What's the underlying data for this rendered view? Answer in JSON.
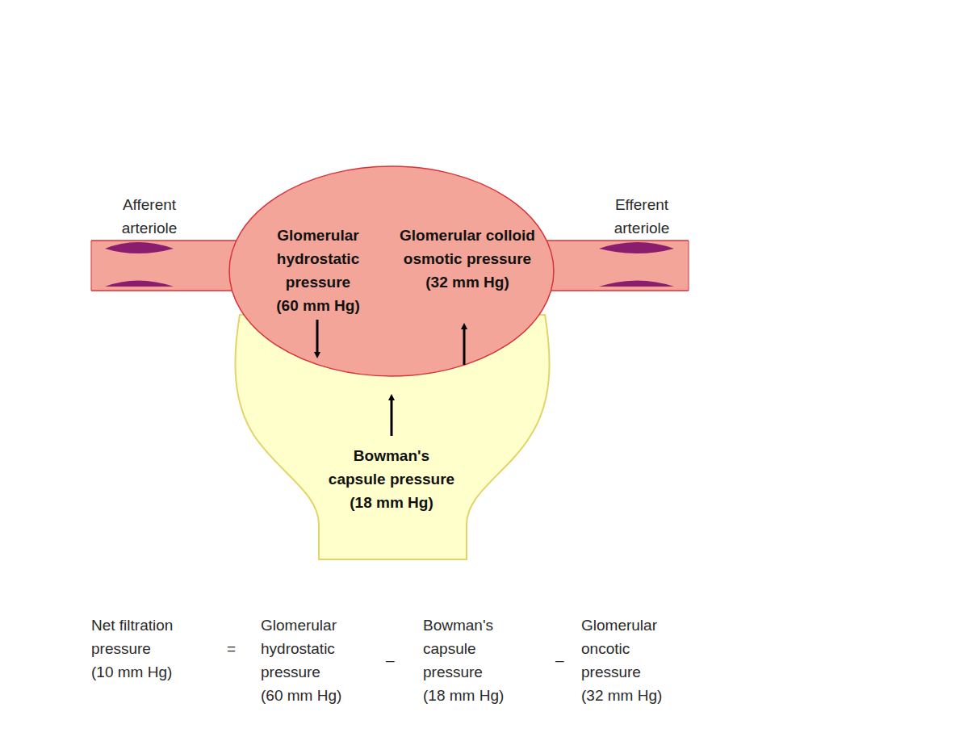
{
  "diagram": {
    "nodes": [
      {
        "text": [
          "Glomerular hydrostatic pressure (60 mm Hg)",
          "Glomerular colloid osmotic pressure (32 mm Hg)"
        ]
      },
      {
        "text": [
          "Bowman's capsule pressure (18 mm Hg)"
        ]
      }
    ],
    "labels": [
      "Afferent arteriole",
      "Efferent arteriole",
      "Net filtration pressure (10 mm Hg)",
      "=",
      "Glomerular hydrostatic pressure (60 mm Hg)",
      "–",
      "Bowman's capsule pressure (18 mm Hg)",
      "–",
      "Glomerular oncotic pressure (32 mm Hg)"
    ]
  }
}
